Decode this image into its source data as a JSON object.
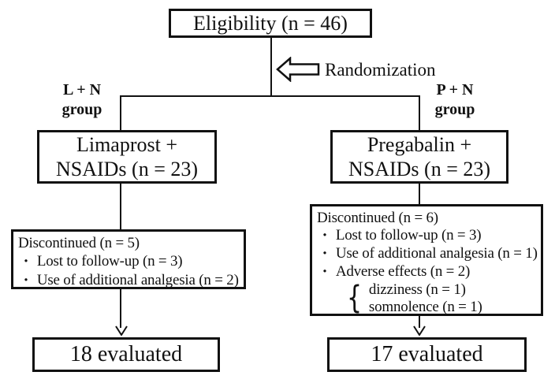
{
  "colors": {
    "ink": "#111111",
    "background": "#ffffff"
  },
  "nodes": {
    "eligibility": "Eligibility (n = 46)",
    "randomization_label": "Randomization",
    "left_group": {
      "line1": "L + N",
      "line2": "group"
    },
    "right_group": {
      "line1": "P + N",
      "line2": "group"
    },
    "left_arm": {
      "line1": "Limaprost +",
      "line2": "NSAIDs (n = 23)"
    },
    "right_arm": {
      "line1": "Pregabalin +",
      "line2": "NSAIDs (n = 23)"
    },
    "left_discontinued": {
      "title": "Discontinued (n = 5)",
      "bullet": "・",
      "items": [
        "Lost to follow-up (n = 3)",
        "Use of additional analgesia (n = 2)"
      ]
    },
    "right_discontinued": {
      "title": "Discontinued (n = 6)",
      "bullet": "・",
      "items": [
        "Lost to follow-up (n = 3)",
        "Use of additional analgesia (n = 1)",
        "Adverse effects (n = 2)"
      ],
      "brace": "{",
      "sub_items": [
        "dizziness (n = 1)",
        "somnolence (n = 1)"
      ]
    },
    "left_outcome": "18 evaluated",
    "right_outcome": "17 evaluated"
  }
}
